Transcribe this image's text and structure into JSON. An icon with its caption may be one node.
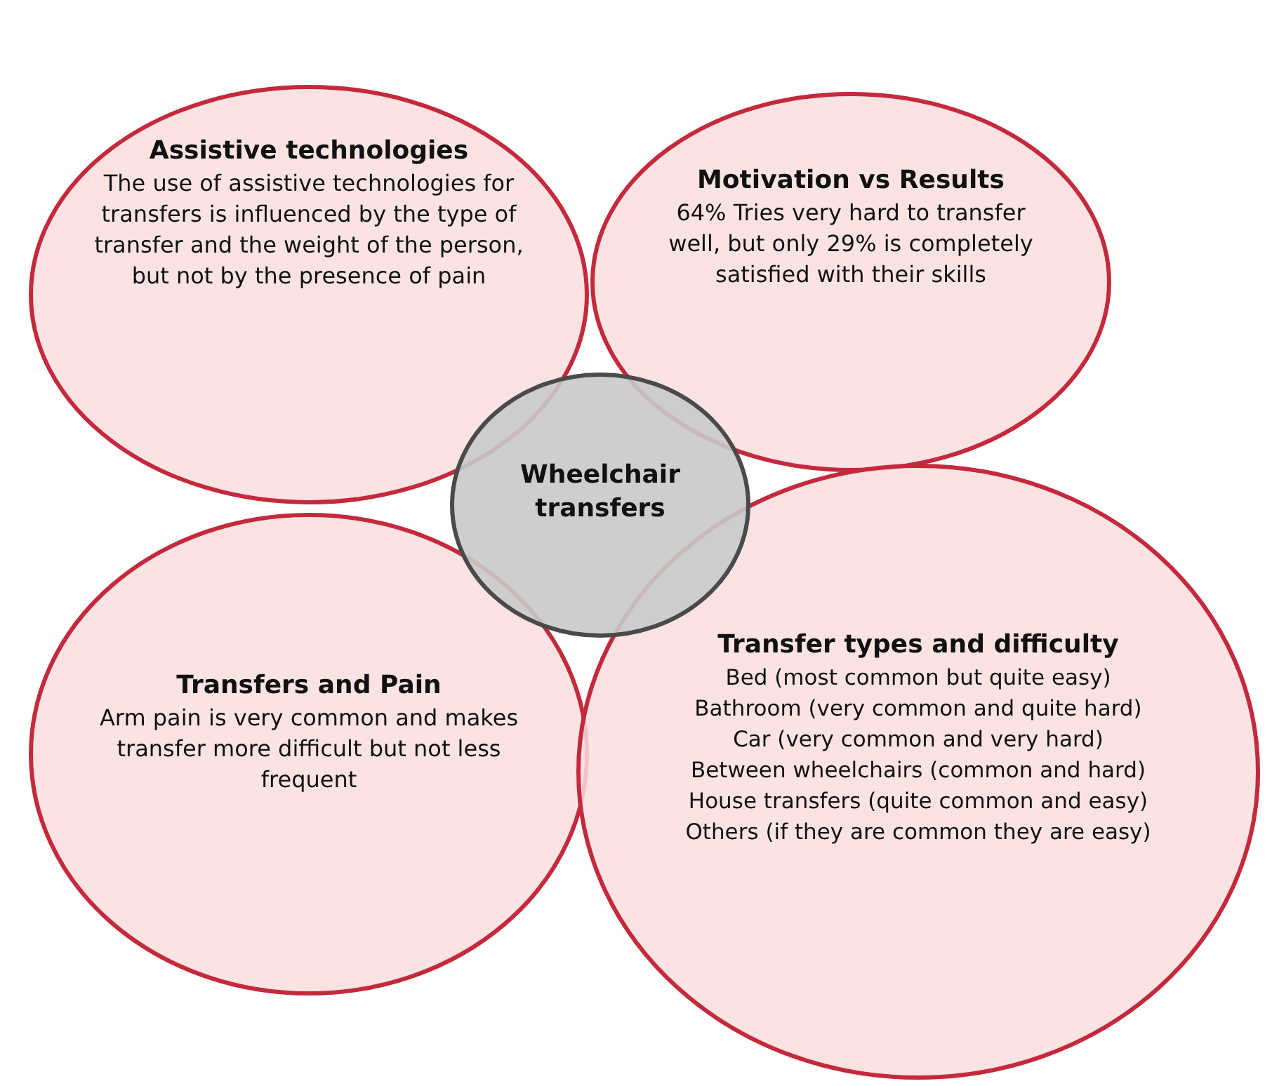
{
  "diagram": {
    "nodes": [
      {
        "text": [
          "Assistive technologies",
          "The use of assistive technologies for transfers is influenced by the type of transfer and the weight of the person, but not by the presence of pain"
        ]
      },
      {
        "text": [
          "Motivation vs Results",
          "64% Tries very hard to transfer well, but only 29% is completely satisfied with their skills"
        ]
      },
      {
        "text": [
          "Wheelchair transfers"
        ]
      },
      {
        "text": [
          "Transfers and Pain",
          "Arm pain is very common and makes transfer more difficult but not less frequent"
        ]
      },
      {
        "text": [
          "Transfer types and difficulty",
          "Bed (most common but quite easy)",
          "Bathroom (very common and quite hard)",
          "Car (very common and very hard)",
          "Between wheelchairs (common and hard)",
          "House transfers (quite common and easy)",
          "Others (if they are common they are easy)"
        ]
      }
    ],
    "edges": []
  }
}
